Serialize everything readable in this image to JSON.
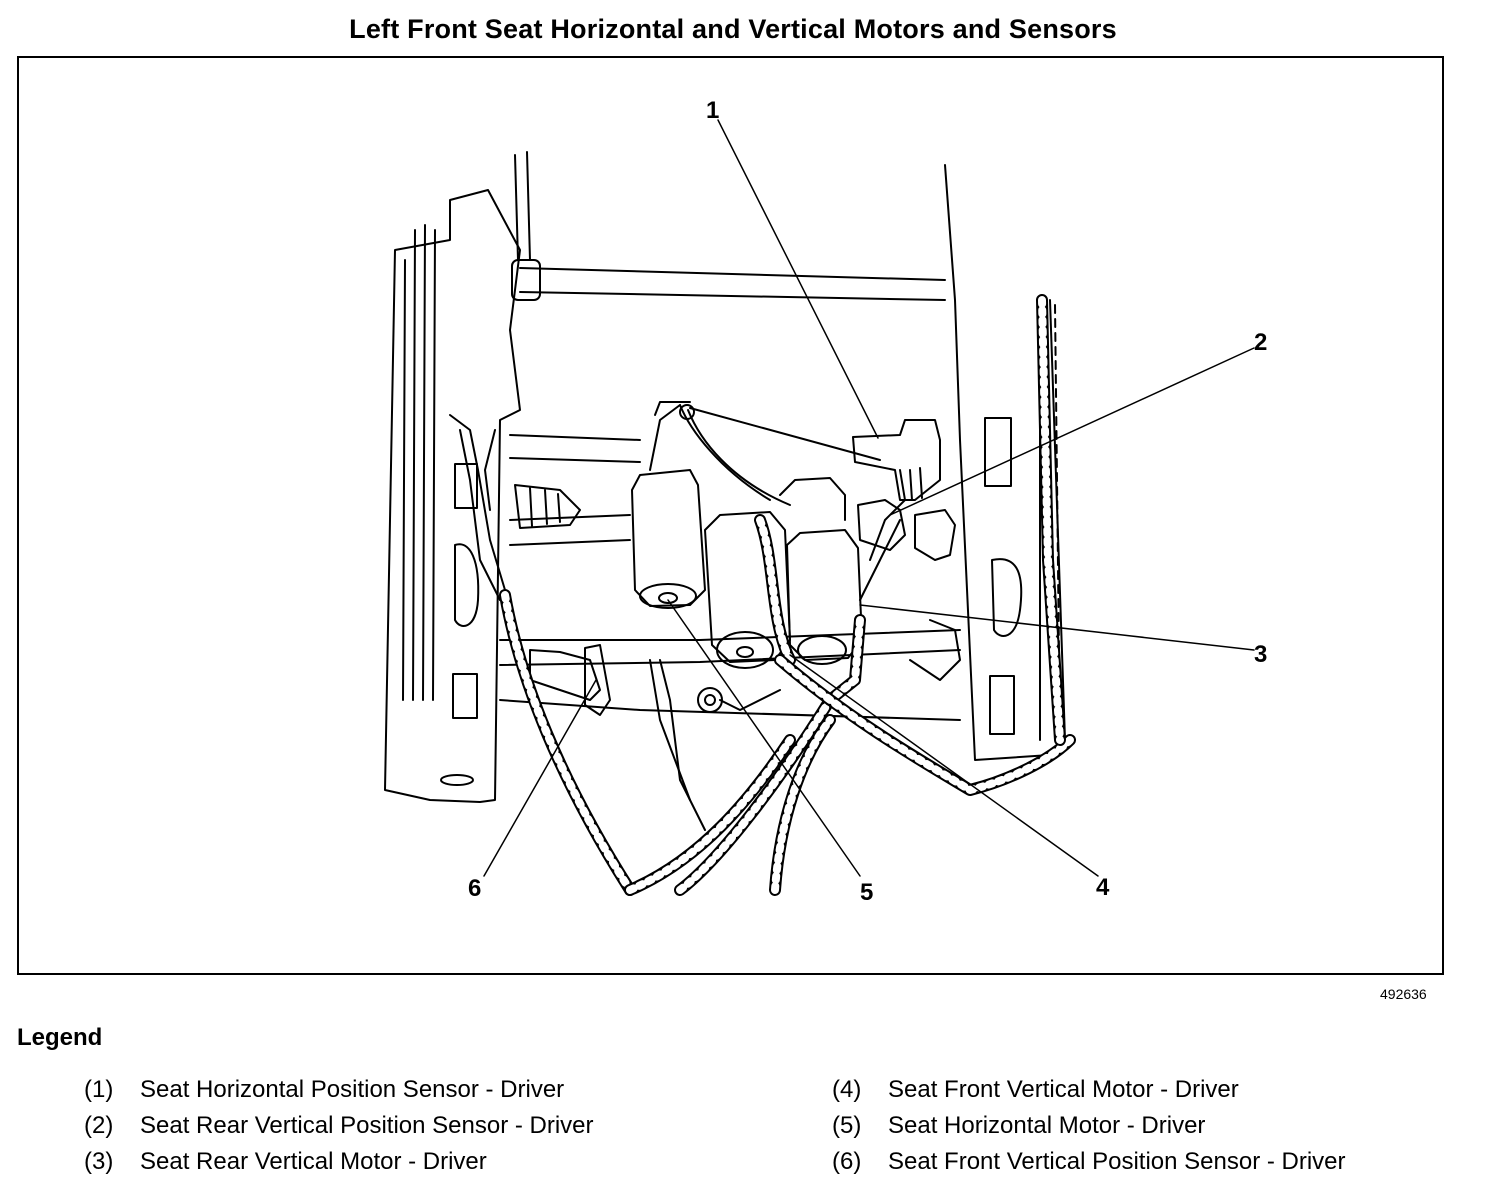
{
  "title": "Left Front Seat Horizontal and Vertical Motors and Sensors",
  "figure_id": "492636",
  "callouts": [
    "1",
    "2",
    "3",
    "4",
    "5",
    "6"
  ],
  "legend": {
    "heading": "Legend",
    "items": [
      {
        "num": "(1)",
        "text": "Seat Horizontal Position Sensor - Driver"
      },
      {
        "num": "(2)",
        "text": "Seat Rear Vertical Position Sensor - Driver"
      },
      {
        "num": "(3)",
        "text": "Seat Rear Vertical Motor - Driver"
      },
      {
        "num": "(4)",
        "text": "Seat Front Vertical Motor - Driver"
      },
      {
        "num": "(5)",
        "text": "Seat Horizontal Motor - Driver"
      },
      {
        "num": "(6)",
        "text": "Seat Front Vertical Position Sensor - Driver"
      }
    ]
  }
}
